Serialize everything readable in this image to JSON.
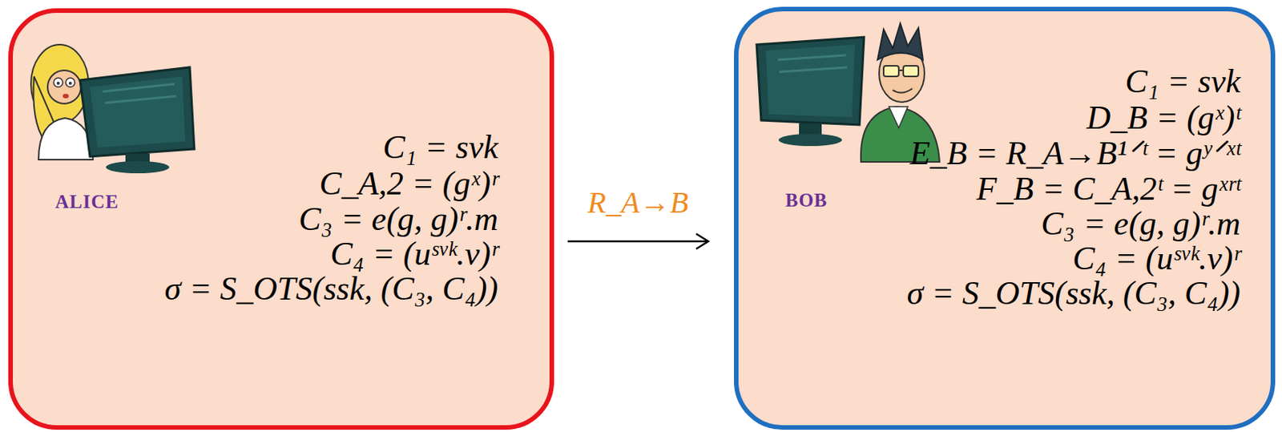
{
  "diagram": {
    "nodes": [
      {
        "text": [
          "ALICE",
          "C₁ = svk",
          "C_A,2 = (gˣ)ʳ",
          "C₃ = e(g, g)ʳ.m",
          "C₄ = (uˢᵛᵏ.v)ʳ",
          "σ = S_OTS(ssk, (C₃, C₄))"
        ]
      },
      {
        "text": [
          "BOB",
          "C₁ = svk",
          "D_B = (gˣ)ᵗ",
          "E_B = R_A→B¹ᐟᵗ = gʸᐟˣᵗ",
          "F_B = C_A,2ᵗ = gˣʳᵗ",
          "C₃ = e(g, g)ʳ.m",
          "C₄ = (uˢᵛᵏ.v)ʳ",
          "σ = S_OTS(ssk, (C₃, C₄))"
        ]
      }
    ],
    "edges": [
      {
        "from": 0,
        "to": 1,
        "arrow": "to",
        "label": "R_A→B"
      }
    ]
  }
}
